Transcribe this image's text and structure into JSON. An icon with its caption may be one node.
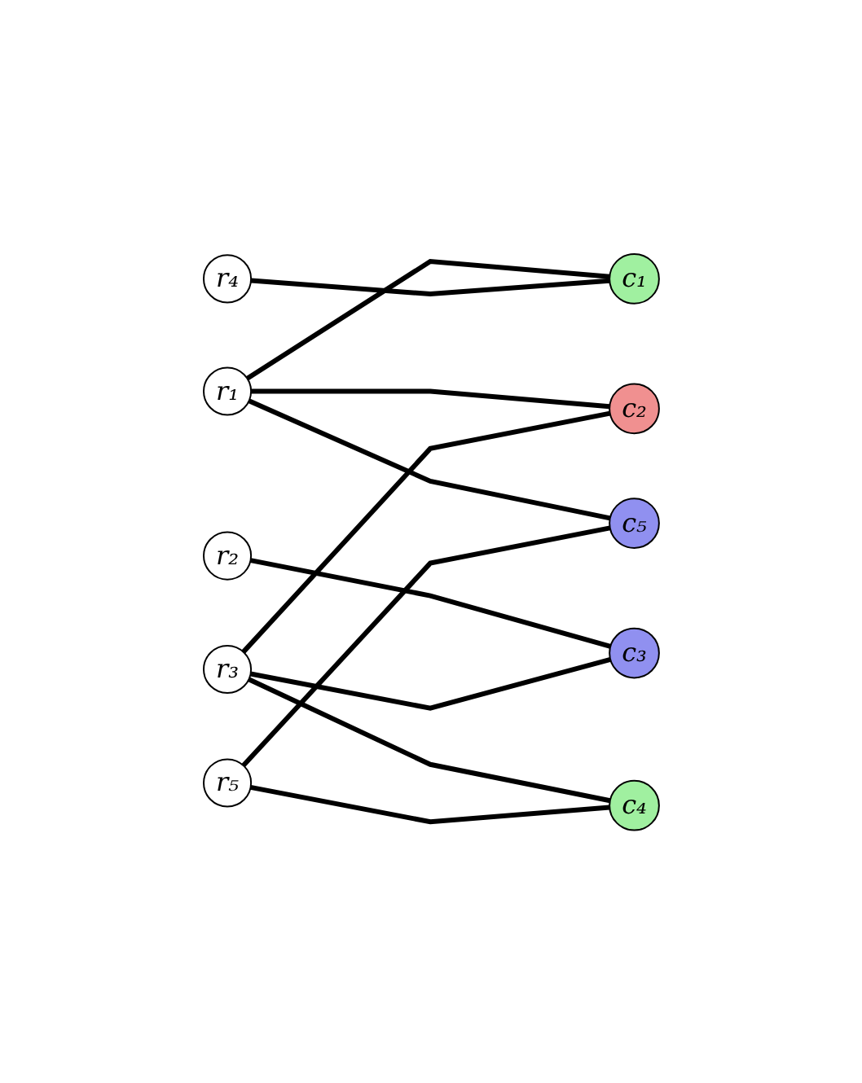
{
  "diagram": {
    "nodes": [
      {
        "text": [
          "r₁"
        ]
      },
      {
        "text": [
          "r₂"
        ]
      },
      {
        "text": [
          "r₃"
        ]
      },
      {
        "text": [
          "r₄"
        ]
      },
      {
        "text": [
          "r₅"
        ]
      },
      {
        "text": [
          "c₁"
        ]
      },
      {
        "text": [
          "c₂"
        ]
      },
      {
        "text": [
          "c₃"
        ]
      },
      {
        "text": [
          "c₄"
        ]
      },
      {
        "text": [
          "c₅"
        ]
      }
    ],
    "edges": [
      {
        "from": 0,
        "to": 5,
        "arrow": "none"
      },
      {
        "from": 0,
        "to": 6,
        "arrow": "none"
      },
      {
        "from": 0,
        "to": 9,
        "arrow": "none"
      },
      {
        "from": 1,
        "to": 7,
        "arrow": "none"
      },
      {
        "from": 2,
        "to": 6,
        "arrow": "none"
      },
      {
        "from": 2,
        "to": 7,
        "arrow": "none"
      },
      {
        "from": 2,
        "to": 8,
        "arrow": "none"
      },
      {
        "from": 3,
        "to": 5,
        "arrow": "none"
      },
      {
        "from": 4,
        "to": 8,
        "arrow": "none"
      },
      {
        "from": 4,
        "to": 9,
        "arrow": "none"
      }
    ]
  }
}
